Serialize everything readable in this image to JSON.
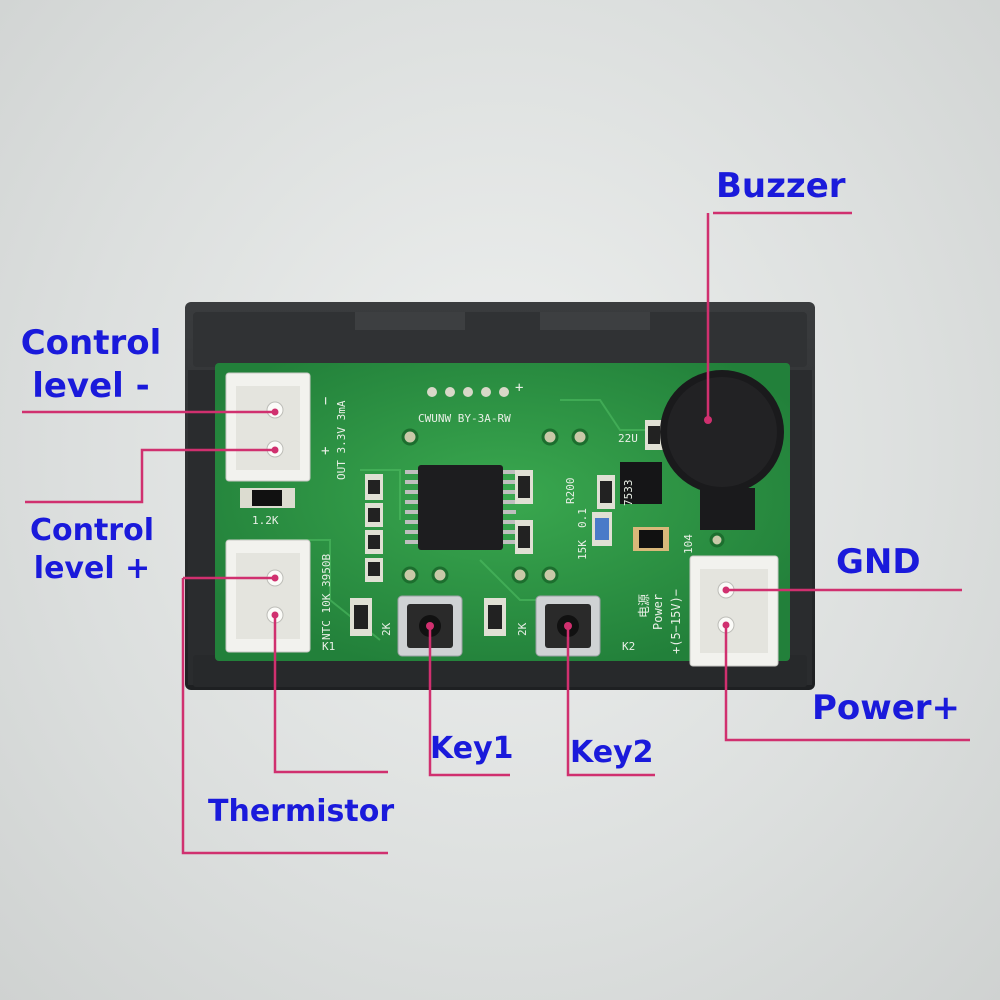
{
  "labels": {
    "control_minus": "Control\nlevel -",
    "control_plus": "Control\nlevel +",
    "buzzer": "Buzzer",
    "gnd": "GND",
    "power_plus": "Power+",
    "key1": "Key1",
    "key2": "Key2",
    "thermistor": "Thermistor"
  },
  "silkscreen": {
    "board_id": "CWUNW BY-3A-RW",
    "out_spec": "OUT 3.3V 3mA",
    "plus": "+",
    "minus": "−",
    "ntc_spec": "NTC 10K 3950B",
    "k1": "K1",
    "k2": "K2",
    "r_12k": "1.2K",
    "r_2k_a": "2K",
    "r_2k_b": "2K",
    "power_cn": "电源",
    "power_en": "Power",
    "power_range": "+(5−15V)−",
    "r200": "R200",
    "r_15k": "15K",
    "r_01": "0.1",
    "c_22u": "22U",
    "ic_7533": "7533",
    "c_104": "104"
  },
  "colors": {
    "label_text": "#1a1adb",
    "leader_line": "#d0306f",
    "pcb_green": "#2f9a45",
    "housing": "#2b2d2f"
  }
}
